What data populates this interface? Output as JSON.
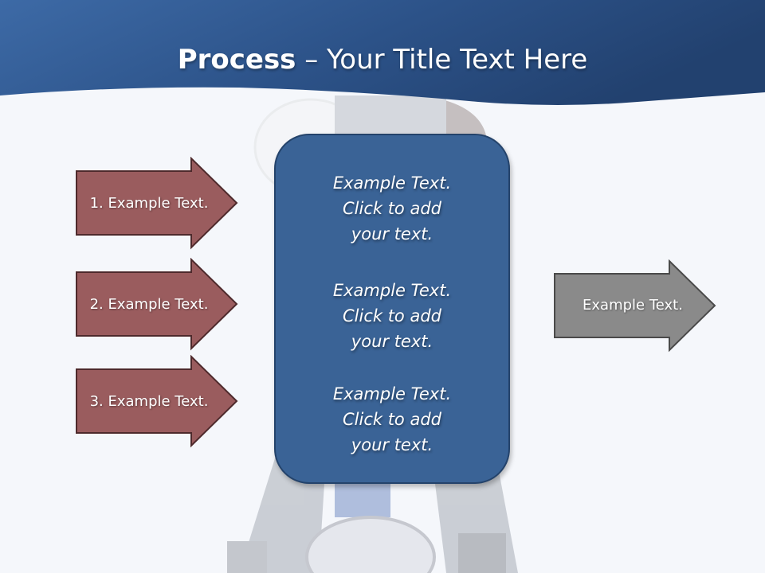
{
  "slide": {
    "title_bold": "Process",
    "title_rest": " – Your Title Text Here"
  },
  "inputs": [
    {
      "label": "1. Example Text."
    },
    {
      "label": "2. Example Text."
    },
    {
      "label": "3. Example Text."
    }
  ],
  "center": {
    "paragraphs": [
      {
        "lines": [
          "Example Text.",
          "Click  to add",
          "your text."
        ]
      },
      {
        "lines": [
          "Example Text.",
          "Click  to add",
          "your text."
        ]
      },
      {
        "lines": [
          "Example Text.",
          "Click  to add",
          "your text."
        ]
      }
    ]
  },
  "output": {
    "label": "Example Text."
  },
  "colors": {
    "header_dark": "#26477a",
    "header_light": "#3d6aa6",
    "input_arrow": "#9a5c5e",
    "input_arrow_border": "#4e2a2c",
    "center_box": "#3a6396",
    "output_arrow": "#8a8a8a",
    "output_arrow_border": "#4a4a4a"
  }
}
